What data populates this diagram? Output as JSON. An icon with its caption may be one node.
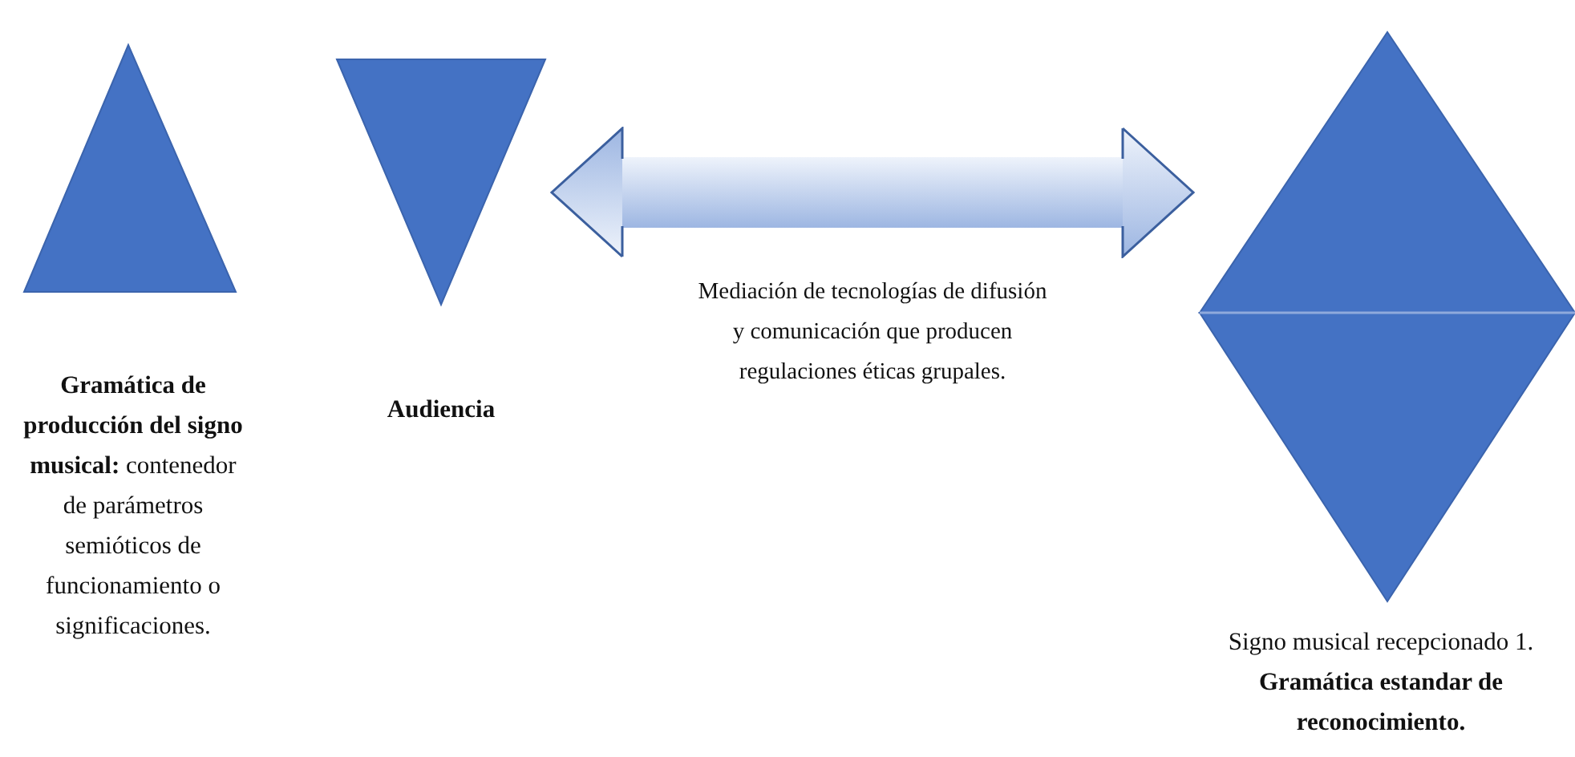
{
  "diagram": {
    "nodes": [
      {
        "text": [
          "**Gramática de producción del signo musical:** contenedor de parámetros semióticos de funcionamiento o significaciones."
        ]
      },
      {
        "text": [
          "Audiencia"
        ]
      },
      {
        "text": [
          "Signo musical recepcionado 1. **Gramática estandar de reconocimiento.**"
        ]
      }
    ],
    "edges": [
      {
        "from": 1,
        "to": 2,
        "arrow": "both",
        "label": "Mediación de tecnologías de difusión y comunicación que producen regulaciones éticas grupales."
      }
    ]
  }
}
